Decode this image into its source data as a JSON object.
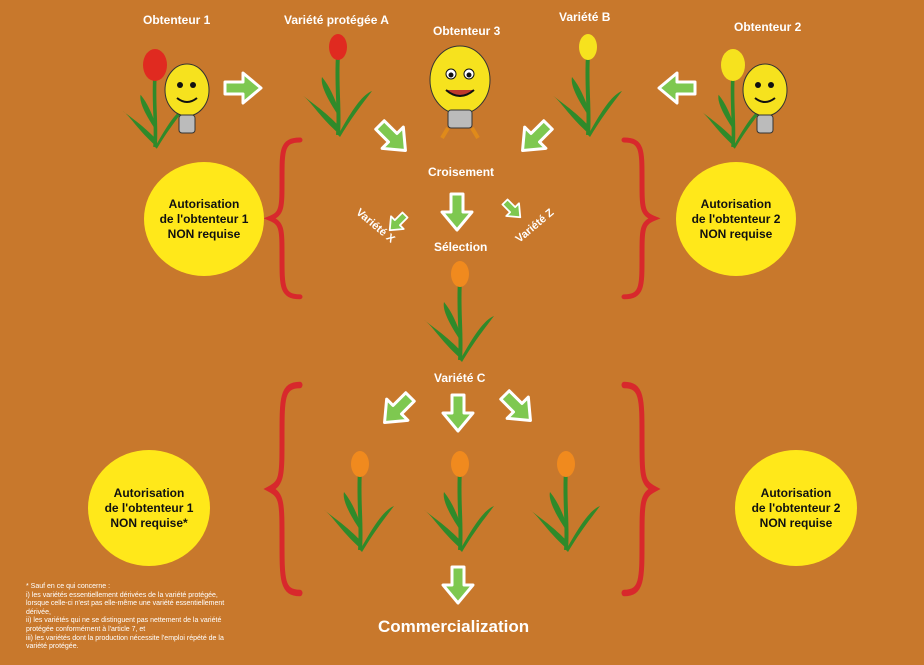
{
  "labels": {
    "obtenteur1": "Obtenteur 1",
    "variete_a": "Variété protégée A",
    "obtenteur3": "Obtenteur 3",
    "variete_b": "Variété B",
    "obtenteur2": "Obtenteur 2",
    "croisement": "Croisement",
    "variete_x": "Variété X",
    "variete_z": "Variété Z",
    "selection": "Sélection",
    "variete_c": "Variété C",
    "commercialization": "Commercialization"
  },
  "circles": {
    "top_left": [
      "Autorisation",
      "de l'obtenteur 1",
      "NON requise"
    ],
    "top_right": [
      "Autorisation",
      "de l'obtenteur 2",
      "NON requise"
    ],
    "bottom_left": [
      "Autorisation",
      "de l'obtenteur 1",
      "NON requise*"
    ],
    "bottom_right": [
      "Autorisation",
      "de l'obtenteur 2",
      "NON requise"
    ]
  },
  "footnote": [
    "* Sauf en ce qui concerne :",
    "i)   les variétés essentiellement dérivées de la variété protégée,",
    "lorsque celle-ci n'est pas elle-même une variété essentiellement",
    "dérivée,",
    "ii) les variétés qui ne se distinguent pas nettement de la variété",
    "protégée conformément à l'article 7, et",
    "iii)   les variétés dont la production nécessite l'emploi répété de la",
    "variété protégée."
  ],
  "colors": {
    "background": "#c8782c",
    "circle": "#ffe81a",
    "brace": "#d8282c",
    "arrow": "#7ec850",
    "tulip_red": "#e02a20",
    "tulip_yellow": "#f6e21e",
    "tulip_orange": "#f08a1e",
    "leaf": "#2f8a2a"
  },
  "icons": [
    "bulb-character-icon",
    "tulip-icon",
    "arrow-icon",
    "brace-icon"
  ]
}
